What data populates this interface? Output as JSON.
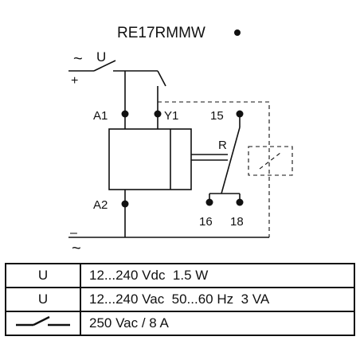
{
  "title": "RE17RMMW",
  "labels": {
    "ac_top": "~",
    "u_top": "U",
    "plus": "+",
    "a1": "A1",
    "y1": "Y1",
    "t15": "15",
    "r": "R",
    "a2": "A2",
    "t16": "16",
    "t18": "18",
    "minus": "–",
    "ac_bottom": "~"
  },
  "table": {
    "rows": [
      {
        "symbol": "U",
        "value": "12...240 Vdc  1.5 W"
      },
      {
        "symbol": "U",
        "value": "12...240 Vac  50...60 Hz  3 VA"
      },
      {
        "symbol_icon": "contact-switch-icon",
        "value": "250 Vac / 8 A"
      }
    ]
  }
}
